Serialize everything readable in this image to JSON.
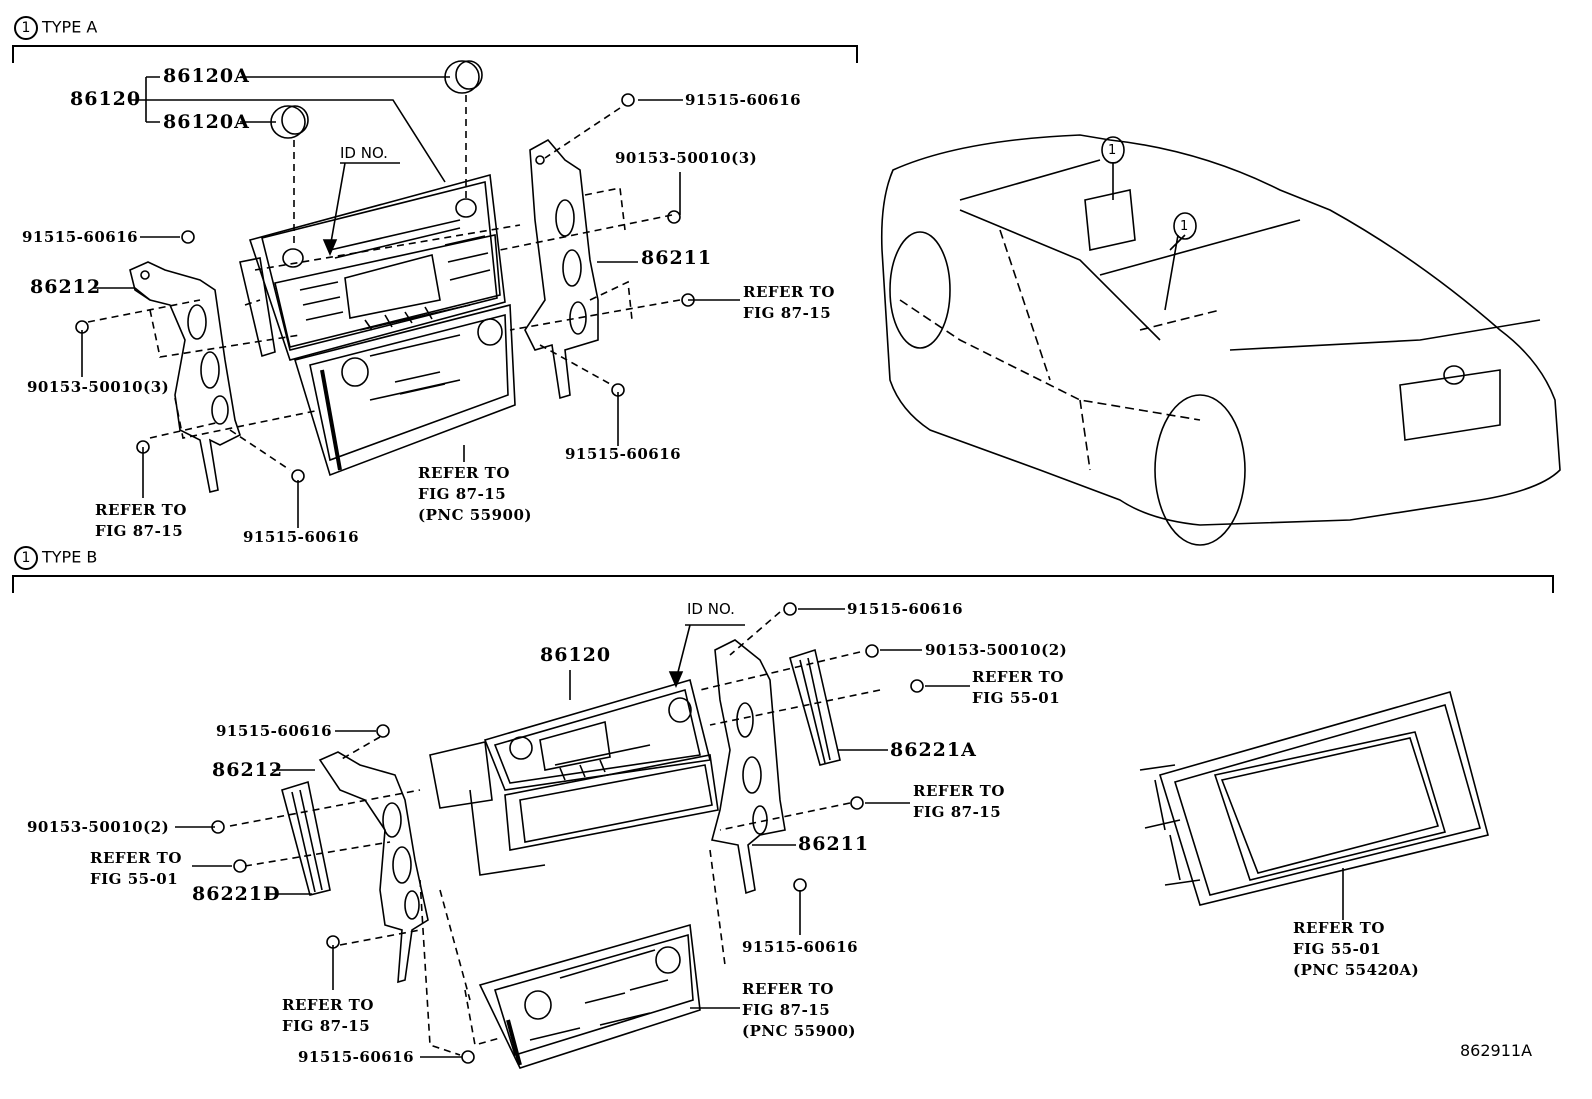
{
  "figure_id": "862911A",
  "sections": {
    "type_a": {
      "marker": "1",
      "title": "TYPE A",
      "labels": {
        "assy": "86120",
        "knob_top": "86120A",
        "knob_bottom": "86120A",
        "id_no": "ID NO.",
        "screw_top_right": "91515-60616",
        "screw_left_top": "91515-60616",
        "bolt_right": "90153-50010(3)",
        "bracket_right": "86211",
        "bracket_left": "86212",
        "refer_right": "REFER TO\nFIG 87-15",
        "bolt_left": "90153-50010(3)",
        "screw_right_bottom": "91515-60616",
        "refer_bottom_left": "REFER TO\nFIG 87-15",
        "screw_bottom": "91515-60616",
        "refer_panel": "REFER TO\nFIG 87-15\n(PNC 55900)"
      }
    },
    "type_b": {
      "marker": "1",
      "title": "TYPE B",
      "labels": {
        "id_no": "ID NO.",
        "screw_top": "91515-60616",
        "bolt_right": "90153-50010(2)",
        "refer_55_right": "REFER TO\nFIG 55-01",
        "assy": "86120",
        "screw_left": "91515-60616",
        "bracket_left": "86212",
        "bracket_right_a": "86221A",
        "refer_87_right": "REFER TO\nFIG 87-15",
        "bolt_left": "90153-50010(2)",
        "bracket_right": "86211",
        "refer_55_left": "REFER TO\nFIG 55-01",
        "bracket_left_d": "86221D",
        "screw_right_bottom": "91515-60616",
        "refer_87_left": "REFER TO\nFIG 87-15",
        "refer_panel": "REFER TO\nFIG 87-15\n(PNC 55900)",
        "screw_bottom": "91515-60616",
        "refer_bezel": "REFER TO\nFIG 55-01\n(PNC 55420A)"
      }
    },
    "vehicle": {
      "callout_1": "1",
      "callout_2": "1"
    }
  }
}
